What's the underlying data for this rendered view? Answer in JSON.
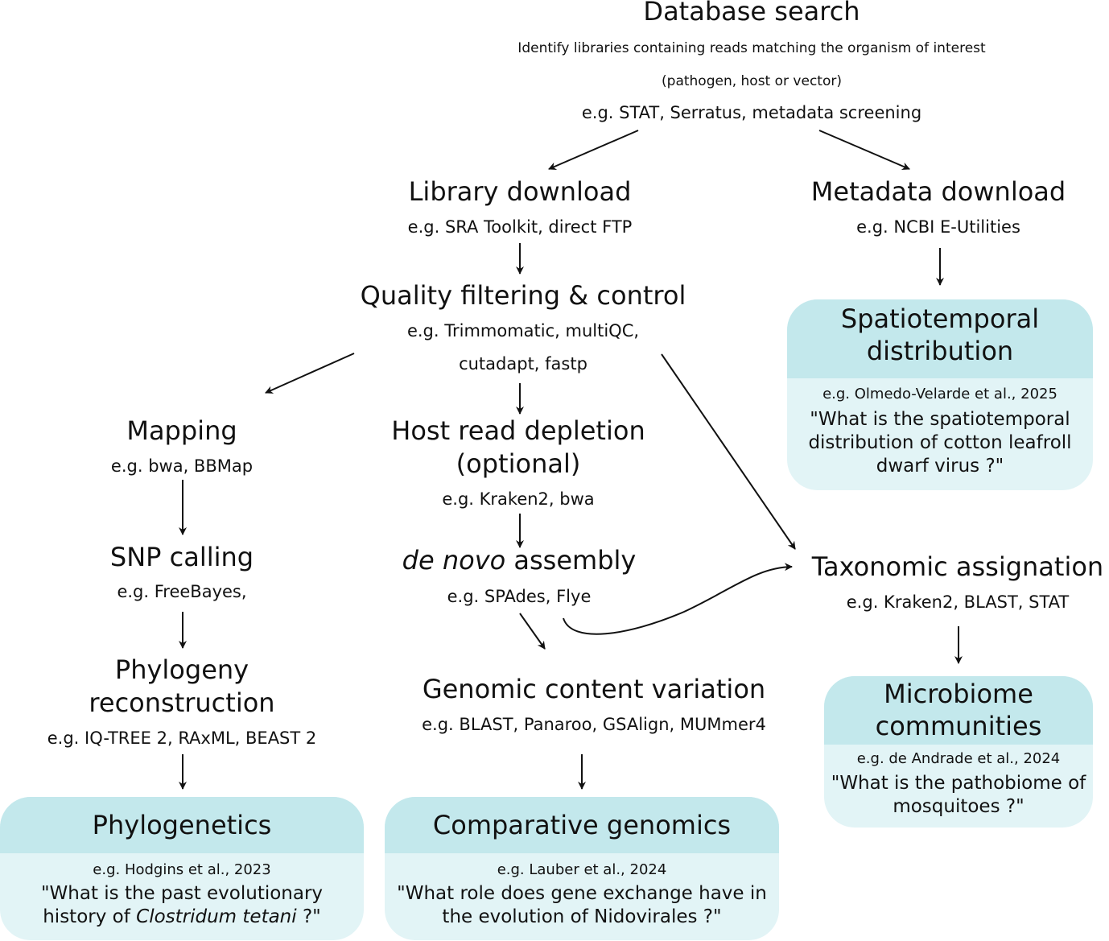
{
  "nodes": {
    "database_search": {
      "title": "Database search",
      "description_line1": "Identify libraries containing reads matching the organism of interest",
      "description_line2": "(pathogen, host or vector)",
      "tools": "e.g. STAT, Serratus, metadata screening"
    },
    "library_download": {
      "title": "Library download",
      "tools": "e.g. SRA Toolkit, direct FTP"
    },
    "metadata_download": {
      "title": "Metadata download",
      "tools": "e.g. NCBI E-Utilities"
    },
    "quality_filtering": {
      "title": "Quality filtering & control",
      "tools_line1": "e.g. Trimmomatic, multiQC,",
      "tools_line2": "cutadapt, fastp"
    },
    "mapping": {
      "title": "Mapping",
      "tools": "e.g. bwa, BBMap"
    },
    "host_depletion": {
      "title_line1": "Host read depletion",
      "title_line2": "(optional)",
      "tools": "e.g. Kraken2, bwa"
    },
    "snp_calling": {
      "title": "SNP calling",
      "tools": "e.g. FreeBayes,"
    },
    "de_novo_assembly": {
      "title_italic": "de novo",
      "title_rest": " assembly",
      "tools": "e.g. SPAdes, Flye"
    },
    "taxonomic_assignation": {
      "title": "Taxonomic assignation",
      "tools": "e.g. Kraken2, BLAST, STAT"
    },
    "phylogeny_reconstruction": {
      "title_line1": "Phylogeny",
      "title_line2": "reconstruction",
      "tools": "e.g. IQ-TREE 2, RAxML, BEAST 2"
    },
    "genomic_content_variation": {
      "title": "Genomic content variation",
      "tools": "e.g. BLAST, Panaroo, GSAlign, MUMmer4"
    }
  },
  "outcomes": {
    "spatiotemporal": {
      "title_line1": "Spatiotemporal",
      "title_line2": "distribution",
      "reference": "e.g. Olmedo-Velarde et al., 2025",
      "question_line1": "\"What is the spatiotemporal",
      "question_line2": "distribution of cotton leafroll",
      "question_line3": "dwarf virus ?\""
    },
    "microbiome": {
      "title_line1": "Microbiome",
      "title_line2": "communities",
      "reference": "e.g. de Andrade et al., 2024",
      "question_line1": "\"What is the pathobiome of",
      "question_line2": "mosquitoes ?\""
    },
    "phylogenetics": {
      "title": "Phylogenetics",
      "reference": "e.g. Hodgins et al., 2023",
      "question_line1": "\"What is the past evolutionary",
      "question_line2_pre": "history of ",
      "question_line2_italic": "Clostridum tetani",
      "question_line2_post": " ?\""
    },
    "comparative_genomics": {
      "title": "Comparative genomics",
      "reference": "e.g. Lauber et al., 2024",
      "question_line1": "\"What role does gene exchange have in",
      "question_line2": "the evolution of Nidovirales ?\""
    }
  },
  "colors": {
    "box_header": "#c3e8ec",
    "box_body": "#e2f4f6",
    "arrow": "#111111"
  }
}
